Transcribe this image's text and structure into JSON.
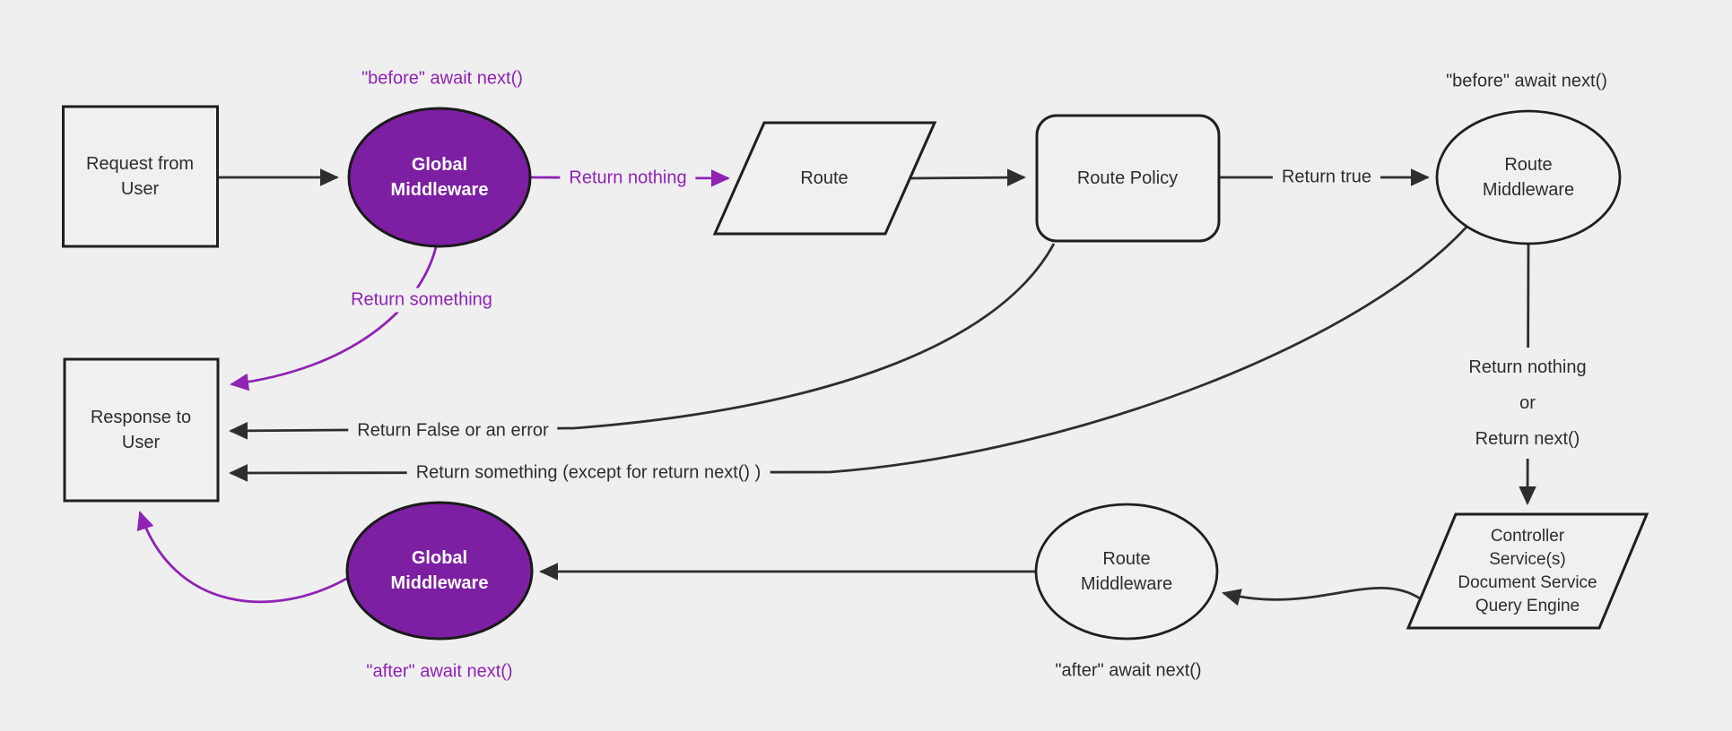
{
  "colors": {
    "background": "#efefef",
    "node_fill": "#f0f0f0",
    "node_stroke": "#1f1f1f",
    "line": "#2e2e2e",
    "purple_fill": "#7d1fa2",
    "purple_accent": "#8f23b3",
    "text": "#2d2d2d"
  },
  "nodes": {
    "request": {
      "label": "Request from User"
    },
    "global_middleware_top": {
      "label": "Global Middleware"
    },
    "route": {
      "label": "Route"
    },
    "route_policy": {
      "label": "Route Policy"
    },
    "route_middleware_top": {
      "label": "Route Middleware"
    },
    "controller": {
      "lines": [
        "Controller",
        "Service(s)",
        "Document Service",
        "Query Engine"
      ]
    },
    "route_middleware_bottom": {
      "label": "Route Middleware"
    },
    "global_middleware_bottom": {
      "label": "Global Middleware"
    },
    "response": {
      "label": "Response to User"
    }
  },
  "edge_labels": {
    "before_await_next_global": "\"before\" await next()",
    "before_await_next_route": "\"before\" await next()",
    "return_nothing": "Return nothing",
    "return_true": "Return true",
    "return_something": "Return something",
    "return_nothing_or_next": {
      "lines": [
        "Return nothing",
        "or",
        "Return next()"
      ]
    },
    "return_false_or_error": "Return False or an error",
    "return_something_except": "Return something (except for return next() )",
    "after_await_next_global": "\"after\" await next()",
    "after_await_next_route": "\"after\" await next()"
  }
}
